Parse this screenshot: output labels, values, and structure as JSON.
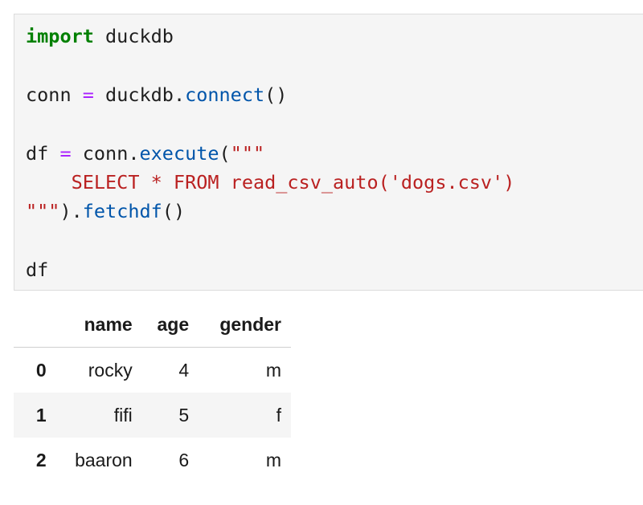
{
  "code_cell": {
    "line1": {
      "kw": "import",
      "rest": " duckdb"
    },
    "line2": {
      "a": "conn ",
      "eq": "=",
      "b": " duckdb.",
      "fn": "connect",
      "c": "()"
    },
    "line3": {
      "a": "df ",
      "eq": "=",
      "b": " conn.",
      "fn": "execute",
      "c": "(",
      "str": "\"\"\""
    },
    "line4": {
      "str": "    SELECT * FROM read_csv_auto('dogs.csv')"
    },
    "line5": {
      "str": "\"\"\"",
      "a": ").",
      "fn": "fetchdf",
      "b": "()"
    },
    "line6": {
      "text": "df"
    }
  },
  "output_table": {
    "columns": [
      "name",
      "age",
      "gender"
    ],
    "rows": [
      {
        "index": "0",
        "name": "rocky",
        "age": "4",
        "gender": "m"
      },
      {
        "index": "1",
        "name": "fifi",
        "age": "5",
        "gender": "f"
      },
      {
        "index": "2",
        "name": "baaron",
        "age": "6",
        "gender": "m"
      }
    ]
  }
}
